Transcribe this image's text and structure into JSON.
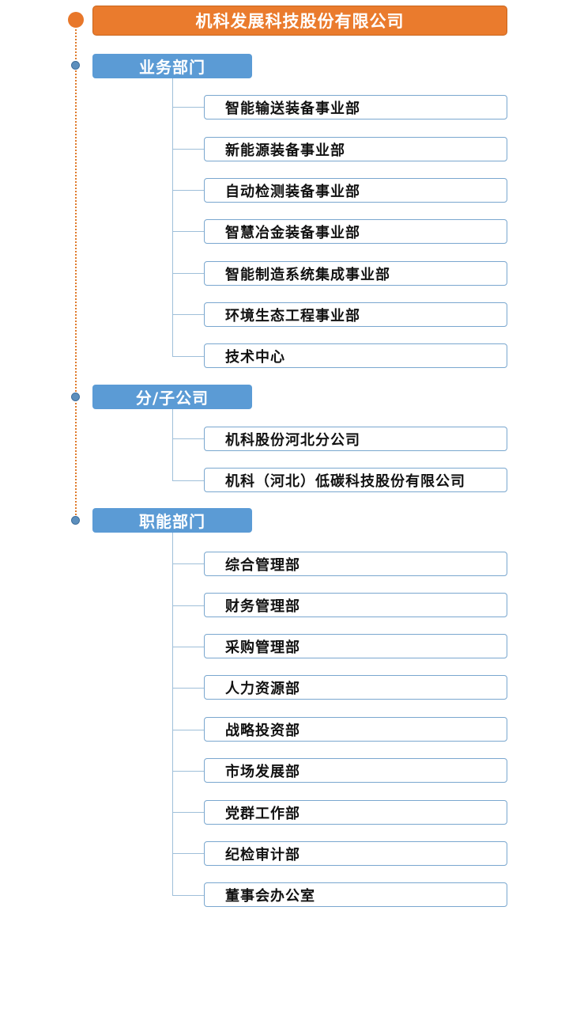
{
  "company": {
    "name": "机科发展科技股份有限公司"
  },
  "groups": [
    {
      "title": "业务部门",
      "items": [
        "智能输送装备事业部",
        "新能源装备事业部",
        "自动检测装备事业部",
        "智慧冶金装备事业部",
        "智能制造系统集成事业部",
        "环境生态工程事业部",
        "技术中心"
      ]
    },
    {
      "title": "分/子公司",
      "items": [
        "机科股份河北分公司",
        "机科（河北）低碳科技股份有限公司"
      ]
    },
    {
      "title": "职能部门",
      "items": [
        "综合管理部",
        "财务管理部",
        "采购管理部",
        "人力资源部",
        "战略投资部",
        "市场发展部",
        "党群工作部",
        "纪检审计部",
        "董事会办公室"
      ]
    }
  ],
  "colors": {
    "company_fill": "#ea7b2d",
    "group_fill": "#5b9bd5",
    "item_border": "#7aa7cf",
    "spine": "#e07b2c"
  }
}
